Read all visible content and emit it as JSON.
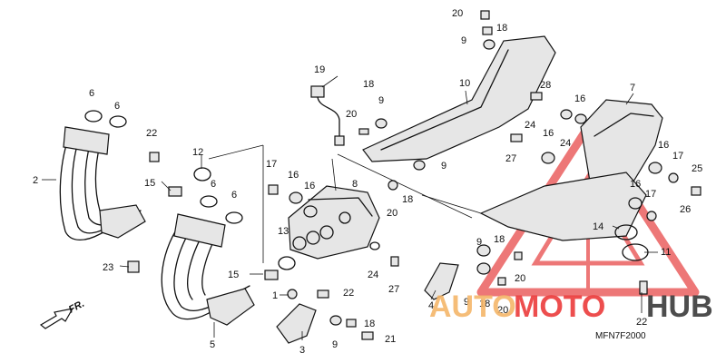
{
  "diagram_code": "MFN7F2000",
  "direction_label": "FR.",
  "watermark": {
    "text_part1": "AUTO",
    "text_part2": "MOTO",
    "text_part3": "HUB",
    "color_orange": "#f5b66a",
    "color_red": "#ec3b3b",
    "color_dark": "#3a3a3a",
    "triangle_color": "#e84a4a"
  },
  "callouts": {
    "c1": "1",
    "c2": "2",
    "c3": "3",
    "c4": "4",
    "c5": "5",
    "c6a": "6",
    "c6b": "6",
    "c6c": "6",
    "c6d": "6",
    "c7": "7",
    "c8": "8",
    "c9a": "9",
    "c9b": "9",
    "c9c": "9",
    "c9d": "9",
    "c9e": "9",
    "c9f": "9",
    "c10": "10",
    "c11": "11",
    "c12": "12",
    "c13": "13",
    "c14": "14",
    "c15a": "15",
    "c15b": "15",
    "c16a": "16",
    "c16b": "16",
    "c16c": "16",
    "c16d": "16",
    "c16e": "16",
    "c16f": "16",
    "c17a": "17",
    "c17b": "17",
    "c17c": "17",
    "c18a": "18",
    "c18b": "18",
    "c18c": "18",
    "c18d": "18",
    "c18e": "18",
    "c18f": "18",
    "c19": "19",
    "c20a": "20",
    "c20b": "20",
    "c20c": "20",
    "c20d": "20",
    "c20e": "20",
    "c21": "21",
    "c22a": "22",
    "c22b": "22",
    "c22c": "22",
    "c23": "23",
    "c24a": "24",
    "c24b": "24",
    "c24c": "24",
    "c25": "25",
    "c26": "26",
    "c27a": "27",
    "c27b": "27",
    "c28": "28"
  }
}
